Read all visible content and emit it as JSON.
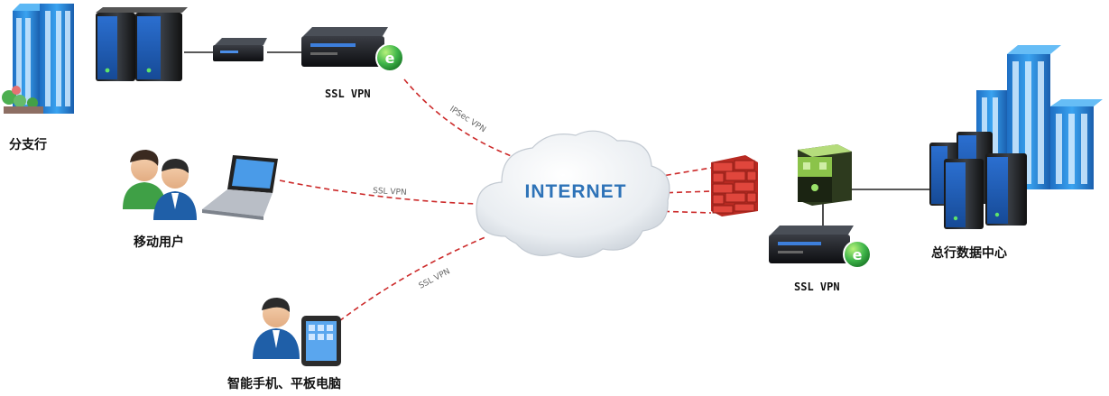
{
  "nodes": {
    "branch_label": "分支行",
    "branch_vpn_label": "SSL VPN",
    "mobile_label": "移动用户",
    "smart_label": "智能手机、平板电脑",
    "hq_vpn_label": "SSL VPN",
    "datacenter_label": "总行数据中心",
    "internet_label": "INTERNET"
  },
  "links": {
    "branch_link": "IPSec VPN",
    "mobile_link": "SSL VPN",
    "smart_link": "SSL VPN"
  },
  "colors": {
    "building_blue": "#2a8fe0",
    "tunnel_red": "#cc2a2a",
    "firewall_red": "#d9342b",
    "cloud_text": "#2e73b8",
    "vpn_badge_green": "#37b24d",
    "gateway_green": "#8bc34a"
  }
}
